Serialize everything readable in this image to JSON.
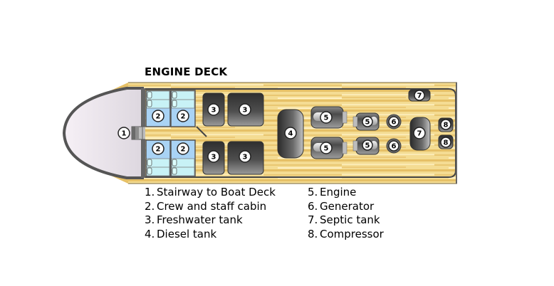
{
  "title": "ENGINE DECK",
  "colors": {
    "deck_wood": "#f2d98e",
    "deck_wood_dark": "#e3bb5a",
    "bow": "#ece6ee",
    "hull_outline": "#555555",
    "cabin": "#a9d3f5",
    "cabin_bath": "#c8f2f6",
    "tank": "#4a4a4a"
  },
  "markers": {
    "stairway": "1",
    "cabin": "2",
    "freshwater": "3",
    "diesel": "4",
    "engine": "5",
    "generator": "6",
    "septic": "7",
    "compressor": "8"
  },
  "legend": {
    "left": [
      {
        "num": "1.",
        "label": "Stairway to Boat Deck"
      },
      {
        "num": "2.",
        "label": "Crew and staff cabin"
      },
      {
        "num": "3.",
        "label": "Freshwater tank"
      },
      {
        "num": "4.",
        "label": "Diesel tank"
      }
    ],
    "right": [
      {
        "num": "5.",
        "label": "Engine"
      },
      {
        "num": "6.",
        "label": "Generator"
      },
      {
        "num": "7.",
        "label": "Septic tank"
      },
      {
        "num": "8.",
        "label": "Compressor"
      }
    ]
  }
}
